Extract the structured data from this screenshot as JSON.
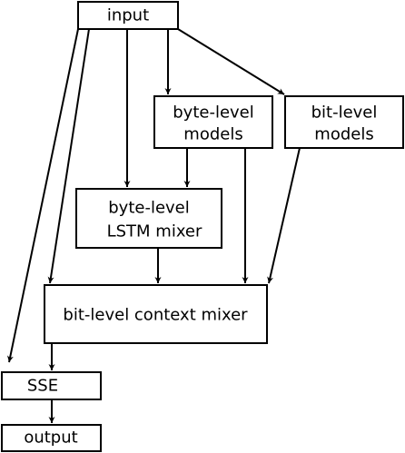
{
  "nodes": {
    "input": {
      "label": "input"
    },
    "byte_models": {
      "lines": [
        "byte-level",
        "models"
      ]
    },
    "bit_models": {
      "lines": [
        "bit-level",
        "models"
      ]
    },
    "lstm_mixer": {
      "lines": [
        "byte-level",
        "LSTM mixer"
      ]
    },
    "context_mixer": {
      "label": "bit-level context mixer"
    },
    "sse": {
      "label": "SSE"
    },
    "output": {
      "label": "output"
    }
  },
  "edges": [
    {
      "from": "input",
      "to": "sse"
    },
    {
      "from": "input",
      "to": "context_mixer"
    },
    {
      "from": "input",
      "to": "lstm_mixer"
    },
    {
      "from": "input",
      "to": "byte_models"
    },
    {
      "from": "input",
      "to": "bit_models"
    },
    {
      "from": "byte_models",
      "to": "lstm_mixer"
    },
    {
      "from": "byte_models",
      "to": "context_mixer"
    },
    {
      "from": "bit_models",
      "to": "context_mixer"
    },
    {
      "from": "lstm_mixer",
      "to": "context_mixer"
    },
    {
      "from": "context_mixer",
      "to": "sse"
    },
    {
      "from": "sse",
      "to": "output"
    }
  ]
}
